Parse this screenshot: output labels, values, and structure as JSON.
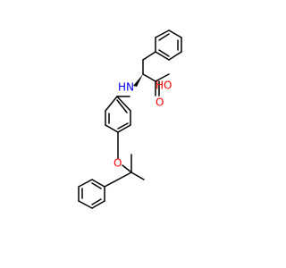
{
  "molecule": {
    "atoms": {
      "carboxyl_oxygen": {
        "label": "HO",
        "color": "#ff0000"
      },
      "carbonyl_oxygen": {
        "label": "O",
        "color": "#ff0000"
      },
      "amine_nitrogen": {
        "label": "HN",
        "color": "#0000ff"
      },
      "ether_oxygen": {
        "label": "O",
        "color": "#ff0000"
      }
    },
    "bond_color": "#000000",
    "background": "#ffffff"
  }
}
